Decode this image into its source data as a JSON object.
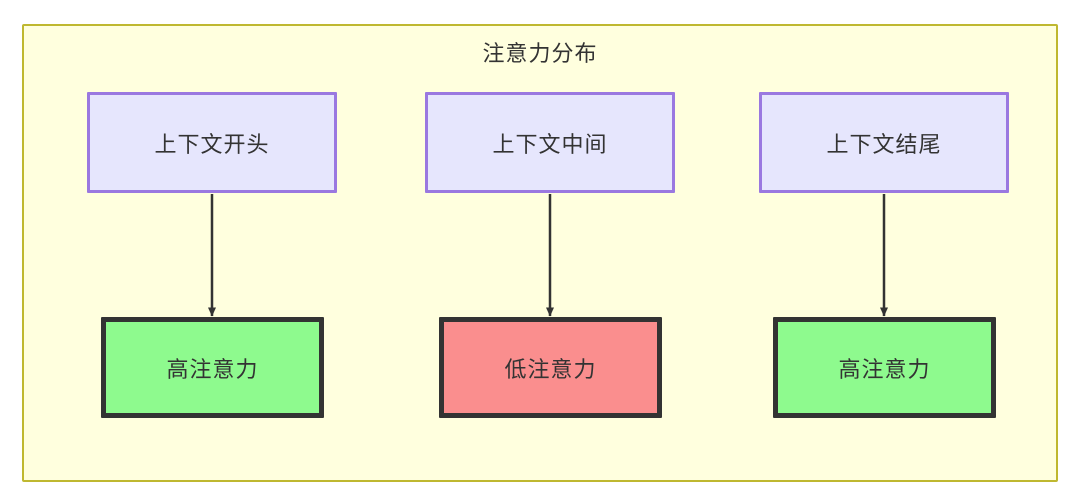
{
  "diagram": {
    "title": "注意力分布",
    "colors": {
      "container_fill": "#ffffde",
      "container_border": "#bfb830",
      "context_fill": "#e6e6fd",
      "context_border": "#9a78e0",
      "high_fill": "#8efa8e",
      "low_fill": "#fa8e8e",
      "result_border": "#333333",
      "edge": "#333333",
      "text": "#333333"
    },
    "nodes": [
      {
        "id": "context-start",
        "label": "上下文开头",
        "type": "context",
        "column": 1,
        "row": "top"
      },
      {
        "id": "context-middle",
        "label": "上下文中间",
        "type": "context",
        "column": 2,
        "row": "top"
      },
      {
        "id": "context-end",
        "label": "上下文结尾",
        "type": "context",
        "column": 3,
        "row": "top"
      },
      {
        "id": "attention-high-start",
        "label": "高注意力",
        "type": "high",
        "column": 1,
        "row": "bottom"
      },
      {
        "id": "attention-low-middle",
        "label": "低注意力",
        "type": "low",
        "column": 2,
        "row": "bottom"
      },
      {
        "id": "attention-high-end",
        "label": "高注意力",
        "type": "high",
        "column": 3,
        "row": "bottom"
      }
    ],
    "edges": [
      {
        "id": "edge-start",
        "from": "context-start",
        "to": "attention-high-start",
        "label": ""
      },
      {
        "id": "edge-middle",
        "from": "context-middle",
        "to": "attention-low-middle",
        "label": ""
      },
      {
        "id": "edge-end",
        "from": "context-end",
        "to": "attention-high-end",
        "label": ""
      }
    ]
  }
}
